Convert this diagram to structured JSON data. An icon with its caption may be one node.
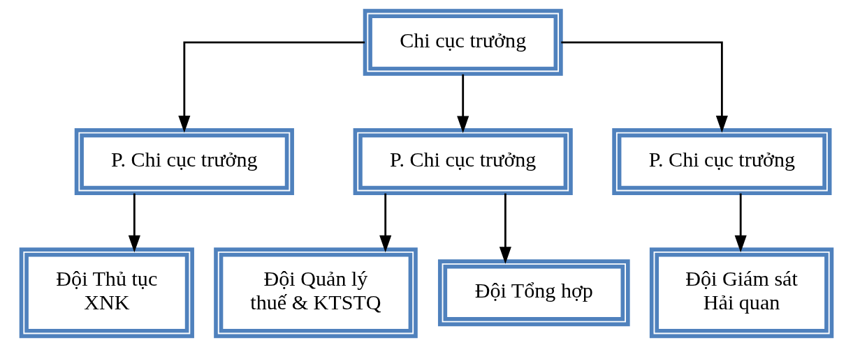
{
  "diagram": {
    "nodes": [
      {
        "text": [
          "Chi cục trưởng"
        ]
      },
      {
        "text": [
          "P. Chi cục trưởng"
        ]
      },
      {
        "text": [
          "P. Chi cục trưởng"
        ]
      },
      {
        "text": [
          "P. Chi cục trưởng"
        ]
      },
      {
        "text": [
          "Đội Thủ tục XNK"
        ]
      },
      {
        "text": [
          "Đội Quản lý thuế & KTSTQ"
        ]
      },
      {
        "text": [
          "Đội Tổng hợp"
        ]
      },
      {
        "text": [
          "Đội Giám sát Hải quan"
        ]
      }
    ],
    "edges": [
      {
        "from": 0,
        "to": 1,
        "arrow": "to"
      },
      {
        "from": 0,
        "to": 2,
        "arrow": "to"
      },
      {
        "from": 0,
        "to": 3,
        "arrow": "to"
      },
      {
        "from": 1,
        "to": 4,
        "arrow": "to"
      },
      {
        "from": 2,
        "to": 5,
        "arrow": "to"
      },
      {
        "from": 2,
        "to": 6,
        "arrow": "to"
      },
      {
        "from": 3,
        "to": 7,
        "arrow": "to"
      }
    ]
  }
}
